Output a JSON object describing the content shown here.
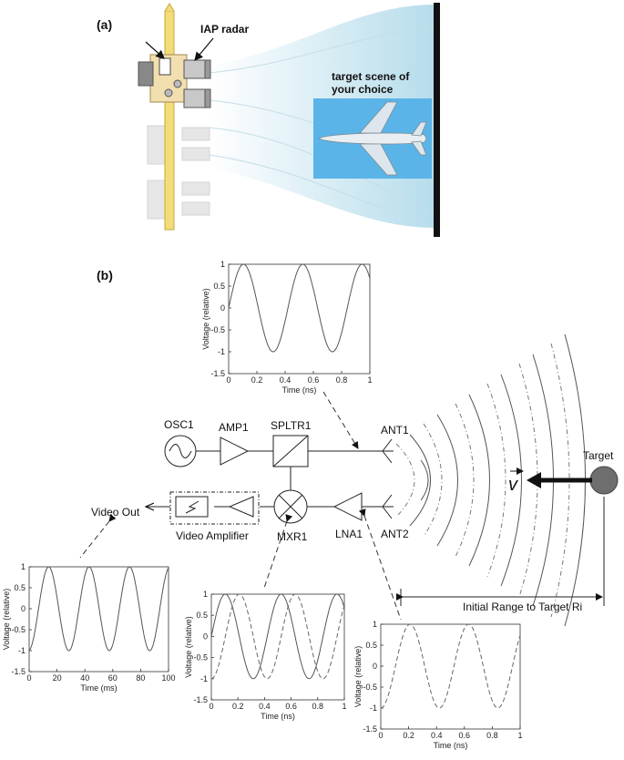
{
  "panel_a": {
    "label": "(a)",
    "radar_label": "IAP radar",
    "scene_label_line1": "target scene of",
    "scene_label_line2": "your choice"
  },
  "panel_b": {
    "label": "(b)",
    "blocks": {
      "osc": "OSC1",
      "amp": "AMP1",
      "splitter": "SPLTR1",
      "ant1": "ANT1",
      "ant2": "ANT2",
      "mixer": "MXR1",
      "lna": "LNA1",
      "video_out": "Video Out",
      "video_amp": "Video Amplifier",
      "target": "Target",
      "velocity": "v",
      "range": "Initial Range to Target Ri"
    }
  },
  "chart_data": [
    {
      "id": "tx",
      "type": "line",
      "xlabel": "Time (ns)",
      "ylabel": "Voltage (relative)",
      "xlim": [
        0,
        1
      ],
      "ylim": [
        -1.5,
        1
      ],
      "xticks": [
        "0",
        "0.2",
        "0.4",
        "0.6",
        "0.8",
        "1"
      ],
      "yticks": [
        "1",
        "0.5",
        "0",
        "-0.5",
        "-1",
        "-1.5"
      ],
      "series": [
        {
          "style": "solid",
          "period": 0.42,
          "phase": 0.105
        }
      ]
    },
    {
      "id": "video",
      "type": "line",
      "xlabel": "Time (ms)",
      "ylabel": "Voltage (relative)",
      "xlim": [
        0,
        100
      ],
      "ylim": [
        -1.5,
        1
      ],
      "xticks": [
        "0",
        "20",
        "40",
        "60",
        "80",
        "100"
      ],
      "yticks": [
        "1",
        "0.5",
        "0",
        "-0.5",
        "-1",
        "-1.5"
      ],
      "series": [
        {
          "style": "solid",
          "period": 29,
          "phase": 14
        }
      ]
    },
    {
      "id": "mixer",
      "type": "line",
      "xlabel": "Time (ns)",
      "ylabel": "Voltage (relative)",
      "xlim": [
        0,
        1
      ],
      "ylim": [
        -1.5,
        1
      ],
      "xticks": [
        "0",
        "0.2",
        "0.4",
        "0.6",
        "0.8",
        "1"
      ],
      "yticks": [
        "1",
        "0.5",
        "0",
        "-0.5",
        "-1",
        "-1.5"
      ],
      "series": [
        {
          "style": "solid",
          "period": 0.42,
          "phase": 0.105
        },
        {
          "style": "dash",
          "period": 0.42,
          "phase": 0.21
        }
      ]
    },
    {
      "id": "rx",
      "type": "line",
      "xlabel": "Time (ns)",
      "ylabel": "Voltage (relative)",
      "xlim": [
        0,
        1
      ],
      "ylim": [
        -1.5,
        1
      ],
      "xticks": [
        "0",
        "0.2",
        "0.4",
        "0.6",
        "0.8",
        "1"
      ],
      "yticks": [
        "1",
        "0.5",
        "0",
        "-0.5",
        "-1",
        "-1.5"
      ],
      "series": [
        {
          "style": "dash",
          "period": 0.42,
          "phase": 0.21
        }
      ]
    }
  ]
}
